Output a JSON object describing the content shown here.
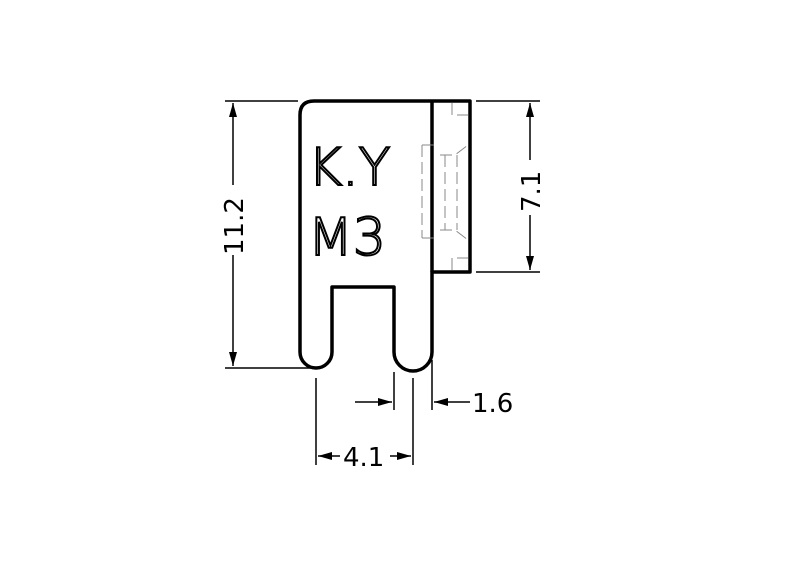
{
  "marking": {
    "line1": "K.Y",
    "line2": "M3"
  },
  "dimensions": {
    "height_total": "11.2",
    "height_tab": "7.1",
    "leg_width": "1.6",
    "leg_pitch": "4.1"
  }
}
